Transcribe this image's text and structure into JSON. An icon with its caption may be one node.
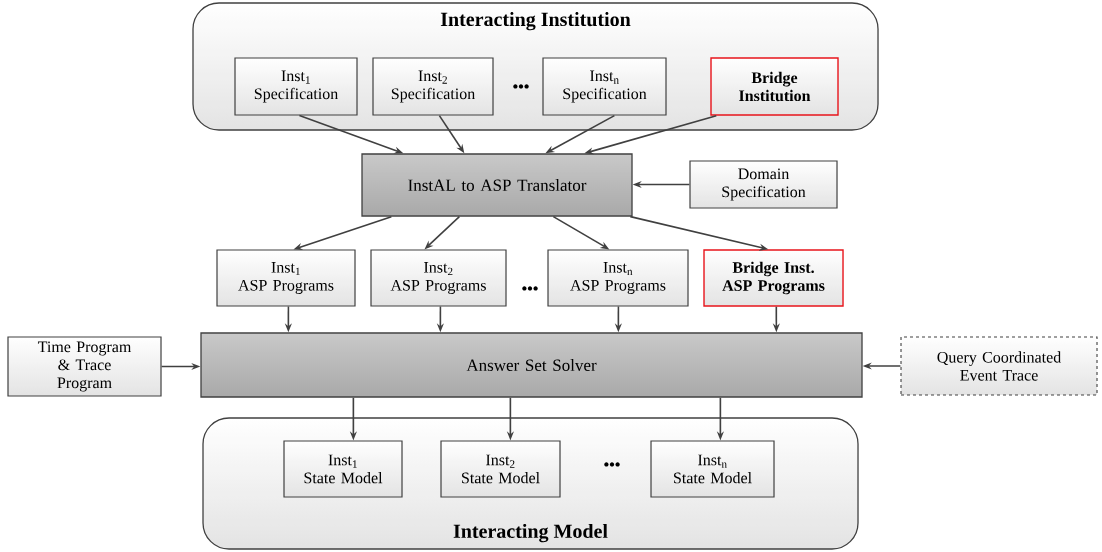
{
  "diagram": {
    "nodes": [
      {
        "text": [
          "Interacting Institution"
        ]
      },
      {
        "text": [
          "Inst$_{1}$",
          "Specification"
        ],
        "in": 0
      },
      {
        "text": [
          "Inst$_{2}$",
          "Specification"
        ],
        "in": 0
      },
      {
        "text": [
          "Inst$_{n}$",
          "Specification"
        ],
        "in": 0
      },
      {
        "text": [
          "Bridge Institution"
        ],
        "in": 0
      },
      {
        "text": [
          "InstAL to ASP Translator"
        ]
      },
      {
        "text": [
          "Domain Specification"
        ]
      },
      {
        "text": [
          "Inst$_{1}$",
          "ASP Programs"
        ]
      },
      {
        "text": [
          "Inst$_{2}$",
          "ASP Programs"
        ]
      },
      {
        "text": [
          "Inst$_{n}$",
          "ASP Programs"
        ]
      },
      {
        "text": [
          "Bridge Inst. ASP Programs"
        ]
      },
      {
        "text": [
          "Time Program & Trace Program"
        ]
      },
      {
        "text": [
          "Answer Set Solver"
        ]
      },
      {
        "text": [
          "Query Coordinated Event Trace"
        ]
      },
      {
        "text": [
          "Interacting Model"
        ]
      },
      {
        "text": [
          "Inst$_{1}$",
          "State Model"
        ],
        "in": 14
      },
      {
        "text": [
          "Inst$_{2}$",
          "State Model"
        ],
        "in": 14
      },
      {
        "text": [
          "Inst$_{n}$",
          "State Model"
        ],
        "in": 14
      }
    ],
    "edges": [
      {
        "from": 1,
        "to": 5,
        "arrow": "to"
      },
      {
        "from": 2,
        "to": 5,
        "arrow": "to"
      },
      {
        "from": 3,
        "to": 5,
        "arrow": "to"
      },
      {
        "from": 4,
        "to": 5,
        "arrow": "to"
      },
      {
        "from": 6,
        "to": 5,
        "arrow": "to"
      },
      {
        "from": 5,
        "to": 7,
        "arrow": "to"
      },
      {
        "from": 5,
        "to": 8,
        "arrow": "to"
      },
      {
        "from": 5,
        "to": 9,
        "arrow": "to"
      },
      {
        "from": 5,
        "to": 10,
        "arrow": "to"
      },
      {
        "from": 7,
        "to": 12,
        "arrow": "to"
      },
      {
        "from": 8,
        "to": 12,
        "arrow": "to"
      },
      {
        "from": 9,
        "to": 12,
        "arrow": "to"
      },
      {
        "from": 10,
        "to": 12,
        "arrow": "to"
      },
      {
        "from": 11,
        "to": 12,
        "arrow": "to"
      },
      {
        "from": 13,
        "to": 12,
        "arrow": "to"
      },
      {
        "from": 12,
        "to": 15,
        "arrow": "to"
      },
      {
        "from": 12,
        "to": 16,
        "arrow": "to"
      },
      {
        "from": 12,
        "to": 17,
        "arrow": "to"
      }
    ],
    "labels": [
      "•••",
      "•••",
      "•••"
    ]
  }
}
